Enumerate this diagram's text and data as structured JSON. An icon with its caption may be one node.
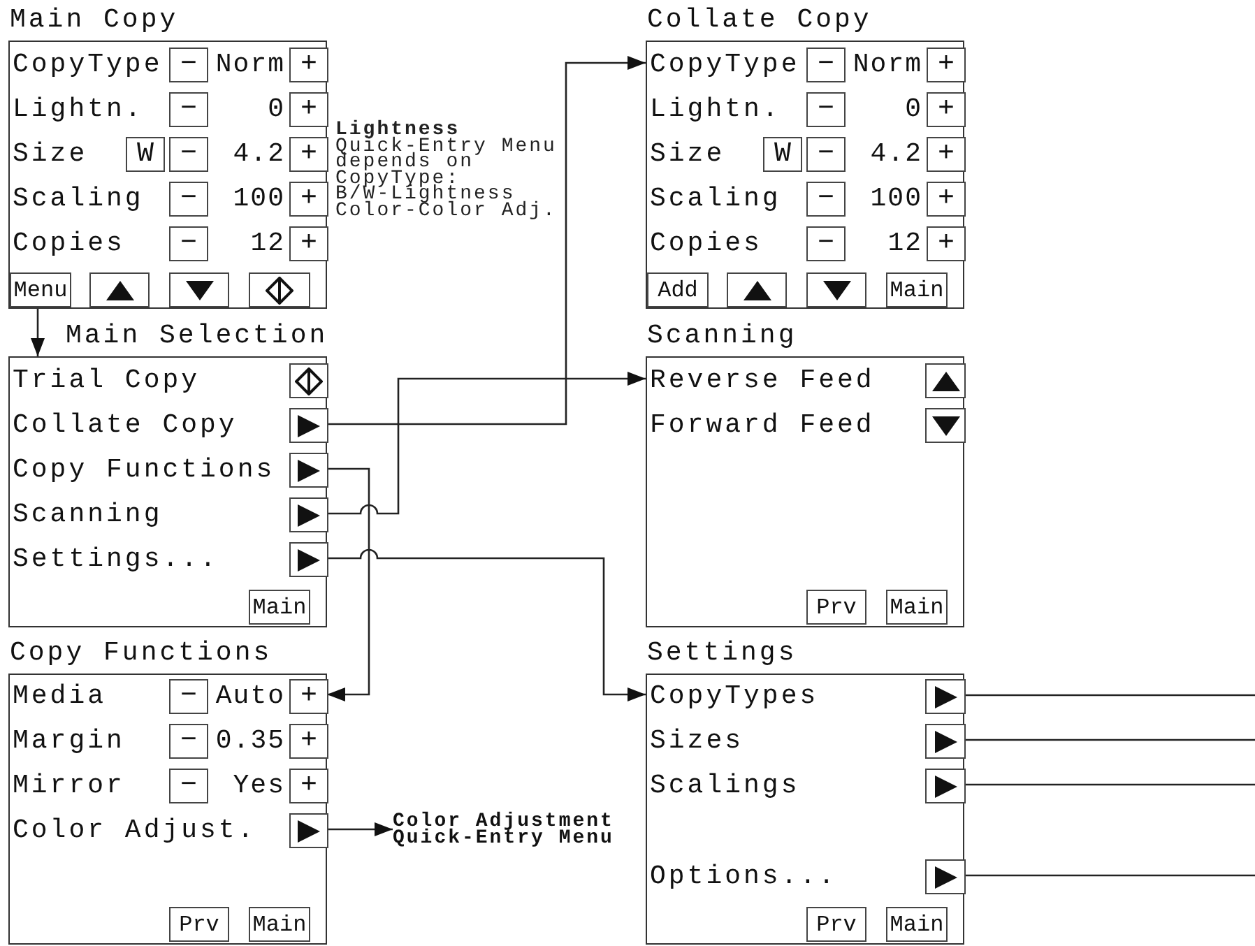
{
  "diagram": {
    "nodes": [
      {
        "text": [
          "Main Copy",
          "CopyType",
          "Norm",
          "Lightn.",
          "0",
          "Size",
          "4.2",
          "Scaling",
          "100",
          "Copies",
          "12"
        ]
      },
      {
        "text": [
          "−"
        ],
        "in": 0
      },
      {
        "text": [
          "+"
        ],
        "in": 0
      },
      {
        "text": [
          "−"
        ],
        "in": 0
      },
      {
        "text": [
          "+"
        ],
        "in": 0
      },
      {
        "text": [
          "W"
        ],
        "in": 0
      },
      {
        "text": [
          "−"
        ],
        "in": 0
      },
      {
        "text": [
          "+"
        ],
        "in": 0
      },
      {
        "text": [
          "−"
        ],
        "in": 0
      },
      {
        "text": [
          "+"
        ],
        "in": 0
      },
      {
        "text": [
          "−"
        ],
        "in": 0
      },
      {
        "text": [
          "+"
        ],
        "in": 0
      },
      {
        "text": [
          "Menu"
        ],
        "in": 0
      },
      {
        "text": [],
        "shape": "box",
        "in": 0
      },
      {
        "text": [],
        "shape": "box",
        "in": 0
      },
      {
        "text": [],
        "shape": "box",
        "in": 0
      },
      {
        "text": [
          "Collate Copy",
          "CopyType",
          "Norm",
          "Lightn.",
          "0",
          "Size",
          "4.2",
          "Scaling",
          "100",
          "Copies",
          "12"
        ]
      },
      {
        "text": [
          "−"
        ],
        "in": 16
      },
      {
        "text": [
          "+"
        ],
        "in": 16
      },
      {
        "text": [
          "−"
        ],
        "in": 16
      },
      {
        "text": [
          "+"
        ],
        "in": 16
      },
      {
        "text": [
          "W"
        ],
        "in": 16
      },
      {
        "text": [
          "−"
        ],
        "in": 16
      },
      {
        "text": [
          "+"
        ],
        "in": 16
      },
      {
        "text": [
          "−"
        ],
        "in": 16
      },
      {
        "text": [
          "+"
        ],
        "in": 16
      },
      {
        "text": [
          "−"
        ],
        "in": 16
      },
      {
        "text": [
          "+"
        ],
        "in": 16
      },
      {
        "text": [
          "Add"
        ],
        "in": 16
      },
      {
        "text": [],
        "shape": "box",
        "in": 16
      },
      {
        "text": [],
        "shape": "box",
        "in": 16
      },
      {
        "text": [
          "Main"
        ],
        "in": 16
      },
      {
        "text": [
          "Main Selection",
          "Trial Copy",
          "Collate Copy",
          "Copy Functions",
          "Scanning",
          "Settings..."
        ]
      },
      {
        "text": [],
        "shape": "box",
        "in": 32
      },
      {
        "text": [],
        "shape": "box",
        "in": 32
      },
      {
        "text": [],
        "shape": "box",
        "in": 32
      },
      {
        "text": [],
        "shape": "box",
        "in": 32
      },
      {
        "text": [],
        "shape": "box",
        "in": 32
      },
      {
        "text": [
          "Main"
        ],
        "in": 32
      },
      {
        "text": [
          "Scanning",
          "Reverse Feed",
          "Forward Feed"
        ]
      },
      {
        "text": [],
        "shape": "box",
        "in": 39
      },
      {
        "text": [],
        "shape": "box",
        "in": 39
      },
      {
        "text": [
          "Prv"
        ],
        "in": 39
      },
      {
        "text": [
          "Main"
        ],
        "in": 39
      },
      {
        "text": [
          "Copy Functions",
          "Media",
          "Auto",
          "Margin",
          "0.35",
          "Mirror",
          "Yes",
          "Color Adjust."
        ]
      },
      {
        "text": [
          "−"
        ],
        "in": 44
      },
      {
        "text": [
          "+"
        ],
        "in": 44
      },
      {
        "text": [
          "−"
        ],
        "in": 44
      },
      {
        "text": [
          "+"
        ],
        "in": 44
      },
      {
        "text": [
          "−"
        ],
        "in": 44
      },
      {
        "text": [
          "+"
        ],
        "in": 44
      },
      {
        "text": [],
        "shape": "box",
        "in": 44
      },
      {
        "text": [
          "Prv"
        ],
        "in": 44
      },
      {
        "text": [
          "Main"
        ],
        "in": 44
      },
      {
        "text": [
          "Color Adjustment Quick-Entry Menu"
        ]
      },
      {
        "text": [
          "Settings",
          "CopyTypes",
          "Sizes",
          "Scalings",
          "Options..."
        ]
      },
      {
        "text": [],
        "shape": "box",
        "in": 55
      },
      {
        "text": [],
        "shape": "box",
        "in": 55
      },
      {
        "text": [],
        "shape": "box",
        "in": 55
      },
      {
        "text": [],
        "shape": "box",
        "in": 55
      },
      {
        "text": [
          "Prv"
        ],
        "in": 55
      },
      {
        "text": [
          "Main"
        ],
        "in": 55
      }
    ],
    "edges": [
      {
        "from": 12,
        "to": 32,
        "arrow": "to"
      },
      {
        "from": 34,
        "to": 16,
        "arrow": "to"
      },
      {
        "from": 35,
        "to": 44,
        "arrow": "to"
      },
      {
        "from": 36,
        "to": 39,
        "arrow": "to"
      },
      {
        "from": 37,
        "to": 55,
        "arrow": "to"
      },
      {
        "from": 51,
        "to": 54,
        "arrow": "to"
      },
      {
        "from": 56,
        "to": null,
        "arrow": "none"
      },
      {
        "from": 57,
        "to": null,
        "arrow": "none"
      },
      {
        "from": 58,
        "to": null,
        "arrow": "none"
      },
      {
        "from": 59,
        "to": null,
        "arrow": "none"
      }
    ],
    "labels": [
      "**Lightness** Quick-Entry Menu depends on CopyType: B/W-Lightness Color-Color Adj."
    ]
  }
}
